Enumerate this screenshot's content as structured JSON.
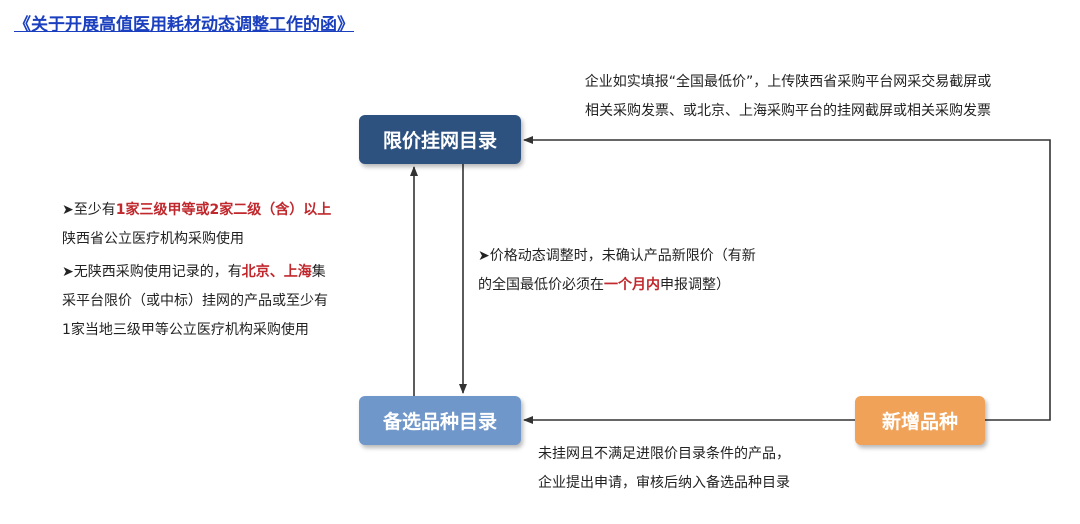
{
  "header": {
    "doc_title": "《关于开展高值医用耗材动态调整工作的函》"
  },
  "boxes": {
    "top": "限价挂网目录",
    "bottom": "备选品种目录",
    "new": "新增品种"
  },
  "notes": {
    "top": {
      "line1": "企业如实填报“全国最低价”，上传陕西省采购平台网采交易截屏或",
      "line2": "相关采购发票、或北京、上海采购平台的挂网截屏或相关采购发票"
    },
    "left": {
      "l1_pre": "➤至少有",
      "l1_hl": "1家三级甲等或2家二级（含）以上",
      "l2": "陕西省公立医疗机构采购使用",
      "l3_pre": "➤无陕西采购使用记录的，有",
      "l3_hl": "北京、上海",
      "l3_post": "集",
      "l4": "采平台限价（或中标）挂网的产品或至少有",
      "l5": "1家当地三级甲等公立医疗机构采购使用"
    },
    "mid": {
      "l1": "➤价格动态调整时，未确认产品新限价（有新",
      "l2_pre": "的全国最低价必须在",
      "l2_hl": "一个月内",
      "l2_post": "申报调整）"
    },
    "bottom": {
      "line1": "未挂网且不满足进限价目录条件的产品，",
      "line2": "企业提出申请，审核后纳入备选品种目录"
    }
  },
  "colors": {
    "top_box": "#2d5280",
    "bottom_box": "#6f97c9",
    "new_box": "#f0a258",
    "highlight": "#c0282d",
    "link": "#1a3fbf"
  }
}
